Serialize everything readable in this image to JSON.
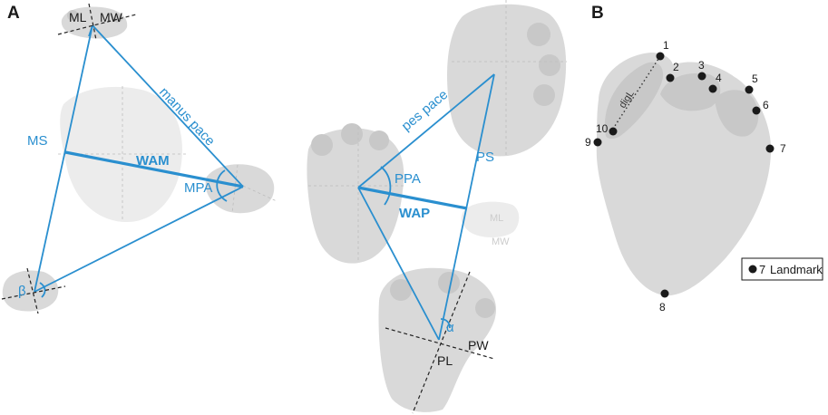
{
  "panels": {
    "a": "A",
    "b": "B"
  },
  "panel_a": {
    "ms": "MS",
    "wam": "WAM",
    "mpa": "MPA",
    "manus_pace": "manus pace",
    "beta": "β",
    "ml": "ML",
    "mw": "MW",
    "pes_pace": "pes pace",
    "ppa": "PPA",
    "wap": "WAP",
    "ps": "PS",
    "alpha": "α",
    "pw": "PW",
    "pl": "PL",
    "ghost_ml": "ML",
    "ghost_mw": "MW"
  },
  "panel_b": {
    "landmarks": [
      "1",
      "2",
      "3",
      "4",
      "5",
      "6",
      "7",
      "8",
      "9",
      "10"
    ],
    "digit_length": "digL",
    "legend_symbol_label": "7",
    "legend_text": "Landmark"
  },
  "colors": {
    "measure_blue": "#2a8fcf",
    "footprint_gray": "#d9d9d9",
    "landmark_black": "#1a1a1a"
  }
}
